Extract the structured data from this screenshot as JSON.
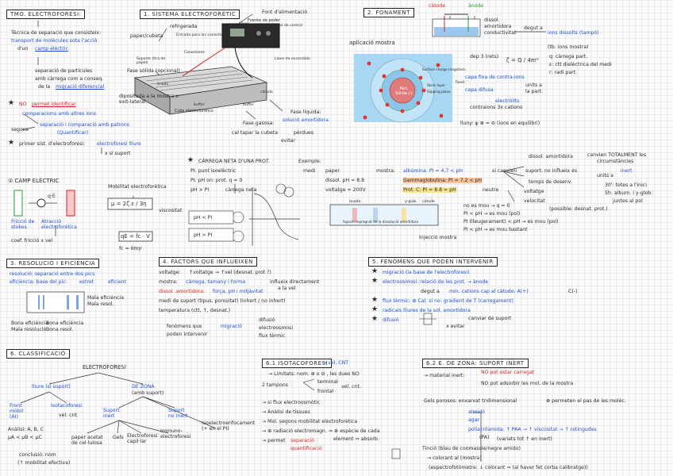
{
  "s1": {
    "header": "TMO. ELECTROFORESI:",
    "l1": "Tècnica de separació que consisteix:",
    "l2": "transport de molècules sota l'acció",
    "l3a": "d'un",
    "l3b": "camp elèctric",
    "l4": "separació de partícules",
    "l5": "amb càrrega com a conseq.",
    "l6a": "de la",
    "l6b": "migració diferencial",
    "n1a": "NO",
    "n1b": "permet identificar",
    "n2": "comparacions amb altres ions",
    "n3a": "separació i comparació amb patrons",
    "n3b": "(Quantificar)",
    "n3c": "segons",
    "n4a": "primer sist. d'electroforesi:",
    "n4b": "electroforesi lliure",
    "n4c": "x sí suport"
  },
  "s2": {
    "header": "1. SISTEMA ELECTROFORÈTIC",
    "refr": "refrigerada",
    "paper": "paper/cubeta",
    "font": "Font d'alimentació",
    "fuente": "Fuente de poder",
    "entrada": "Entrada para los conectores",
    "visor": "Visor",
    "perillas": "Perillas de control",
    "conectores": "Conectores",
    "llave": "Llave de encendido",
    "soporte": "Soporte (tira de papel)",
    "anodo": "ánodo",
    "catodo": "cátodo",
    "buffer1": "buffer",
    "buffer2": "buffer",
    "cubo": "Cubo electroforético",
    "fase_solida": "Fase sòlida (opcional)",
    "dip": "dipositada a la mostra x exit-lateral",
    "fase_liq": "Fase líquida:",
    "sol_amort": "solució amortidora",
    "fase_gas": "Fase gasosa:",
    "cal": "cal tapar la cubeta",
    "evitar": "evitar",
    "perdues": "pèrdues"
  },
  "s3": {
    "header": "2. FONAMENT",
    "catode": "càtode",
    "anode": "ànode",
    "dissol": "dissol.",
    "amort": "amortidora",
    "cond": "conductivitat",
    "degut": "degut a",
    "ions": "ions dissolts (tampó)",
    "tb": "(tb. ions mostra)",
    "applic": "aplicació mostra",
    "eq": "ζ = Q / 4πr²",
    "q": "q: càrrega part.",
    "e": "ε: ctt dielèctrica del medi",
    "r": "r: radi part.",
    "dep": "dep 3 (rets)",
    "capa_fixa": "capa fixa de contra-ions",
    "unitsA": "units a",
    "unitsB": "la part.",
    "capa_dif": "capa difusa",
    "electrolits": "electròlits",
    "contra": "contraions 3x cations",
    "lluny": "lluny: ψ ⊕ = ⊖ (ions en equilibri)",
    "surface": "Surface charge (negative)",
    "stern": "Stern layer",
    "slipping": "Slipping plane",
    "part": "Part. Sòlida (-)",
    "fixed": "fixed"
  },
  "s4": {
    "header": "② CAMP ELÈCTRIC",
    "mob": "Mobilitat electroforètica",
    "formula": "μ = 2ζ ε / 3η",
    "visc": "viscositat",
    "fricc": "Fricció de stokes",
    "atract": "Atracció electroforètica",
    "coef": "coef. fricció x vel",
    "fqe": "q·E",
    "eqbox": "qE = fc · V",
    "fc": "fc = 6πηr"
  },
  "s5": {
    "header": "CÀRREGA NETA D'UNA PROT.",
    "pi": "PI: punt isoelèctric",
    "pheqpi": "PI: pH on: prot. q = 0",
    "phgt": "pH > PI",
    "carrega": "càrrega neta",
    "phlt": "pH < PI",
    "phgt2": "pH > PI"
  },
  "s6": {
    "exemple": "Exemple:",
    "medi": "medi",
    "paper": "paper",
    "dissol": "dissol. pH = 8.8",
    "volt": "voltatge = 200V",
    "mostra": "mostra:",
    "alb": "albúmina: PI = 4.7 < pH",
    "gamma": "Gammaglobulina: PI = 7.2 < pH",
    "prot": "Prot. C: PI = 8.8 = pH",
    "neutre": "neutre",
    "sicanvia": "si canvien",
    "dissol_amort": "dissol. amortidora",
    "canvien": "canvien TOTALMENT les",
    "circum": "circumstàncies",
    "suport": "suport: no influeix és",
    "inert": "inert",
    "temps": "temps de desenv.",
    "units": "units a",
    "v30": "30': totes a l'inici",
    "v5h": "5h: album. i γ-glob.",
    "junt": "juntes al pol",
    "volt2": "voltatge",
    "vel": "velocitat",
    "possib": "(possible: desnat. prot.)",
    "anode": "ànode",
    "glob": "γ-glob.",
    "catode": "càtode",
    "suportimp": "Suport impregnat de la dissolució amortidora",
    "inject": "Injecció mostra",
    "nomou": "no es mou → q = 0",
    "mouq": "PI < pH → es mou (pol)",
    "mouq2": "PI (lleugerament) < pH → es mou (pol)",
    "moumes": "PI < pH → es mou bastant"
  },
  "s7": {
    "header": "3. RESOLUCIÓ I EFICIÈNCIA",
    "res": "resolució: separació entre dos pics",
    "efic": "eficiència: base del pic:",
    "estret": "estret",
    "eficient": "eficient",
    "mala_efic": "Mala eficiència",
    "mala_res": "Mala resol.",
    "bona_efic": "Bona eficiència",
    "bona_efic2": "Bona eficiència",
    "mala_res2": "Mala resolució",
    "bona_res": "Bona resol."
  },
  "s8": {
    "header": "4. FACTORS QUE INFLUEIXEN",
    "volt": "voltatge:",
    "voltr": "↑voltatge → ↑vel (desnat. prot ?)",
    "mostra": "mostra:",
    "mostrar": "càrrega, tamany i forma",
    "influeix": "influeix directament",
    "alavel": "a la vel",
    "dissol": "dissol. amortidora:",
    "dissolr": "força, pH i mitjàvitat",
    "medi": "medi de suport (tipus, porositat) (inhert / no inhert)",
    "temp": "temperatura (ctt, ↑, desnat.)",
    "fen": "fenòmens que",
    "migr": "migració",
    "pod": "poden intervenir",
    "difus": "difusió",
    "electro": "electroosmosi",
    "flux": "flux tèrmic"
  },
  "s9": {
    "header": "5. FENÒMENS QUE PODEN INTERVENIR",
    "migr": "migració (la base de l'electroforesi)",
    "electro": "electroosmosi: relació de les prot. → ànode",
    "degut": "degut a",
    "min": "mín. cations cap al càtode: A(+)",
    "c": "C(-)",
    "flux": "flux tèrmic: ⊕ Cal. si no: gradient de T (carregament)",
    "radic": "radicals lliures de la sol. amortidora",
    "difus": "difusió",
    "canviar": "canviar de suport",
    "evitar": "x evitar"
  },
  "s10": {
    "header": "6. CLASSIFICACIÓ",
    "electroforesi": "ELECTROFORESI",
    "lliure": "lliure (si suport)",
    "dezona": "DE ZONA",
    "ambsuport": "(amb suport)",
    "front": "Front mòbil (AI)",
    "isota": "Isotacoforesi",
    "velcnt": "vel. cnt.",
    "suportinert": "Suport inert",
    "suportnoinert": "Suport no inert",
    "isoelectro": "Isoelectroenfocament (+ en el PI)",
    "analisi": "Anàlisi: A, B, C",
    "mua": "μA < μB < μC",
    "conclusio": "conclusió: nom",
    "mobilitat": "(↑ mobilitat efectiva)",
    "paper": "paper acetat de cel·lulosa",
    "gels": "Gels",
    "capil": "Electroforesi capil·lar",
    "immuno": "Immuno-electroforesi"
  },
  "s11": {
    "header": "6.1 ISOTACOFORESI",
    "vel": "→ vel. CNT",
    "limits": "→ Limitats: nom. ⊕ o ⊖ , les dues NO",
    "tampons": "2 tampons",
    "term": "terminal",
    "front": "frontal",
    "velcnt": "vel. cnt.",
    "noflux": "→ si flux electroosmòtic",
    "analisi": "→ Anàlisi de tissues",
    "mol": "→ Mol. segons mobilitat electroforètica",
    "radi": "→ ⊕ radiació electromagn. ⇒ ⊕ espècie de cada",
    "elem": "element ⇒ absorb.",
    "permet": "→ permet",
    "separacio": "separació",
    "quant": "quantificació"
  },
  "s12": {
    "header": "6.2 E. DE ZONA: SUPORT INERT",
    "mat": "→ material inert:",
    "nopot": "NO pot estar carregat",
    "noads": "NO pot adsorbir les mol. de la mostra",
    "gels": "Gels porosos: enxarxat tridimensional",
    "permet": "⊕ permeten el pas de les molèc.",
    "almido": "almidó",
    "agar": "agar",
    "polia": "poliacrilamida: ↑ PAA → ↑ viscositat → ↑ retingudes",
    "pa": "(PA)",
    "variats": "(variats tot ↑ en inert)",
    "tincio": "Tinció (blau de coomassie/negre amido)",
    "colorant": "→ colorant al [mostra]",
    "espec": "(espectrofotòmetre: ↓ colorant ⇒ (al haver fet corba calibratge))"
  }
}
